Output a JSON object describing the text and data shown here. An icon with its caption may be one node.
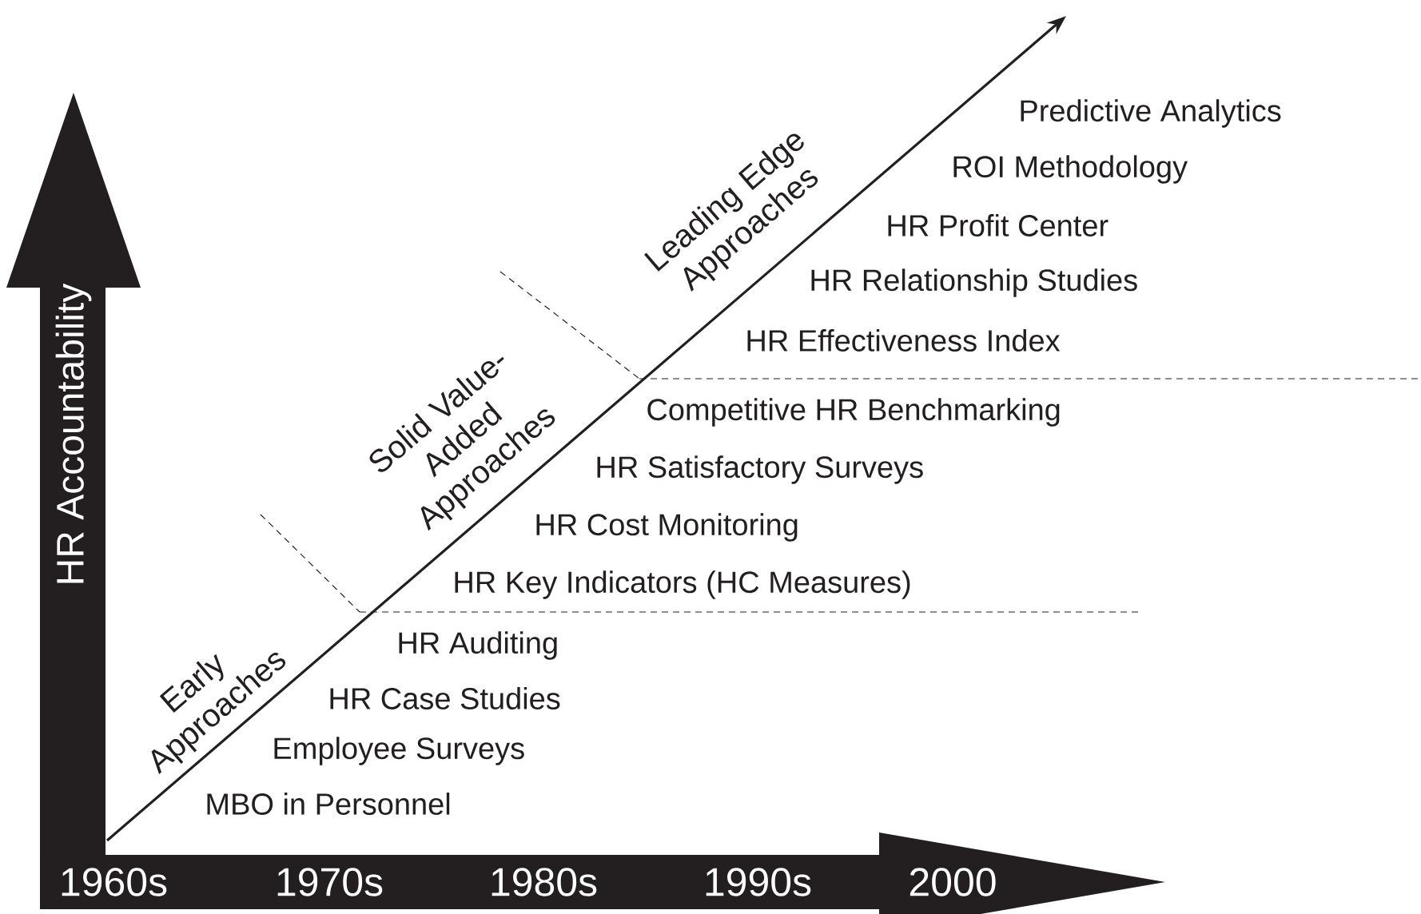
{
  "diagram": {
    "labels": [
      "HR Accountability",
      "Leading Edge Approaches",
      "Predictive Analytics",
      "ROI Methodology",
      "HR Profit Center",
      "HR Relationship Studies",
      "HR Effectiveness Index",
      "Solid Value- Added Approaches",
      "Competitive HR Benchmarking",
      "HR Satisfactory Surveys",
      "HR Cost Monitoring",
      "HR Key Indicators  (HC Measures)",
      "Early Approaches",
      "HR Auditing",
      "HR Case Studies",
      "Employee Surveys",
      "MBO in Personnel",
      "1960s",
      "1970s",
      "1980s",
      "1990s",
      "2000"
    ]
  }
}
